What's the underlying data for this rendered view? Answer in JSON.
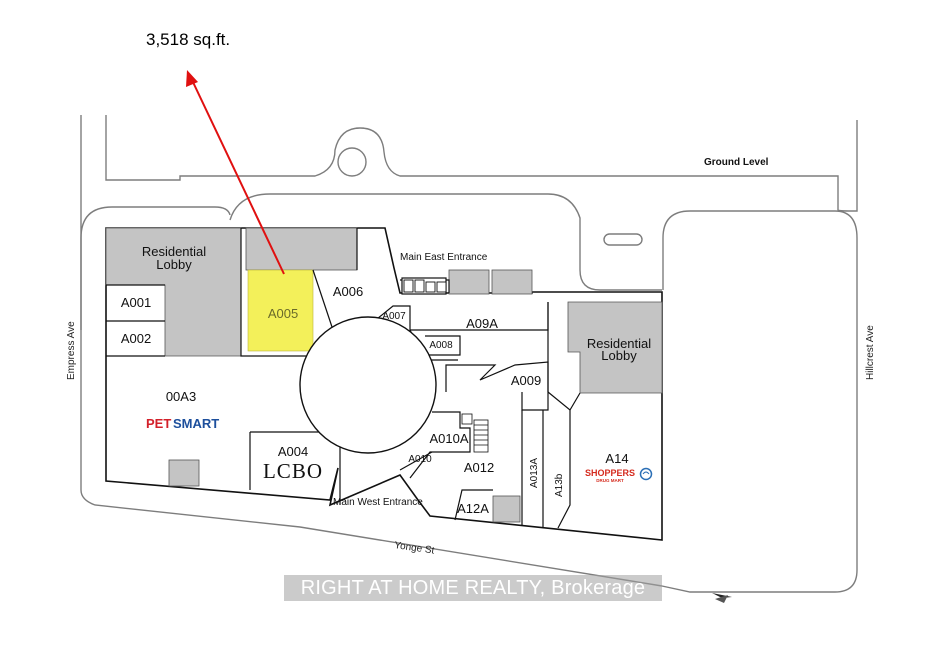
{
  "header": {
    "area_note": "3,518 sq.ft."
  },
  "level": "Ground Level",
  "streets": {
    "west": "Empress Ave",
    "east": "Hillcrest Ave",
    "south": "Yonge St"
  },
  "entrances": {
    "east": "Main East Entrance",
    "west": "Main West Entrance"
  },
  "units": {
    "res_lobby_left_line1": "Residential",
    "res_lobby_left_line2": "Lobby",
    "res_lobby_right_line1": "Residential",
    "res_lobby_right_line2": "Lobby",
    "a001": "A001",
    "a002": "A002",
    "a005": "A005",
    "a006": "A006",
    "a007": "A007",
    "a008": "A008",
    "a09a": "A09A",
    "a009": "A009",
    "a00a3": "00A3",
    "a004": "A004",
    "a010": "A010",
    "a010a": "A010A",
    "a012": "A012",
    "a12a": "A12A",
    "a013a": "A013A",
    "a13b": "A13b",
    "a14": "A14"
  },
  "tenants": {
    "petsmart_pet": "PET",
    "petsmart_smart": "SMART",
    "lcbo": "LCBO",
    "shoppers_line1": "SHOPPERS",
    "shoppers_line2": "DRUG MART"
  },
  "highlight_color": "#f3f05a",
  "common_gray": "#c4c4c4",
  "arrow_color": "#e01010",
  "petsmart_red": "#d3202a",
  "petsmart_blue": "#1d4f9c",
  "shoppers_red": "#d52b1e",
  "north_arrow_icon": "north-arrow-icon",
  "watermark": "RIGHT AT HOME REALTY, Brokerage"
}
